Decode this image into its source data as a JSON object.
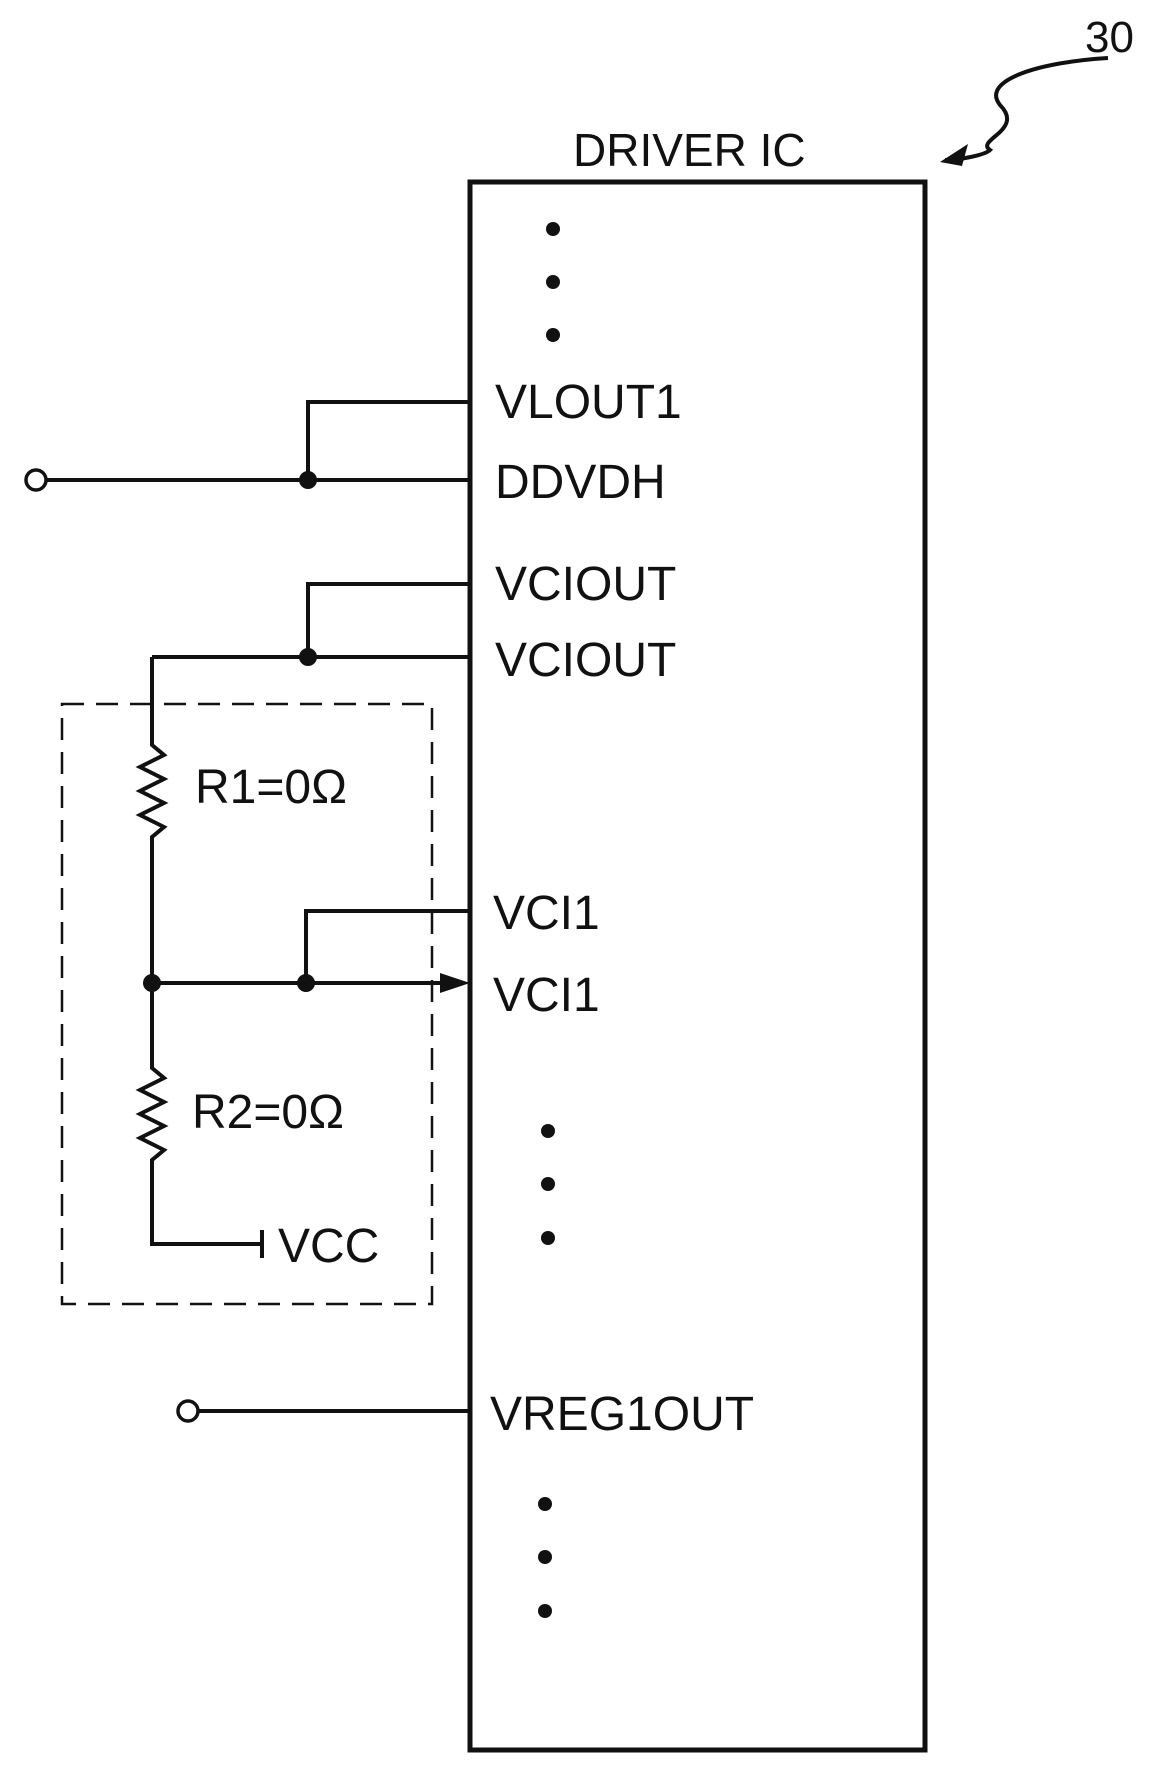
{
  "reference_numeral": "30",
  "ic": {
    "title": "DRIVER IC",
    "pins": {
      "vlout1": "VLOUT1",
      "ddvdh": "DDVDH",
      "vciout_a": "VCIOUT",
      "vciout_b": "VCIOUT",
      "vci1_a": "VCI1",
      "vci1_b": "VCI1",
      "vreg1out": "VREG1OUT"
    }
  },
  "resistors": {
    "r1": "R1=0Ω",
    "r2": "R2=0Ω"
  },
  "supply": {
    "vcc": "VCC"
  }
}
